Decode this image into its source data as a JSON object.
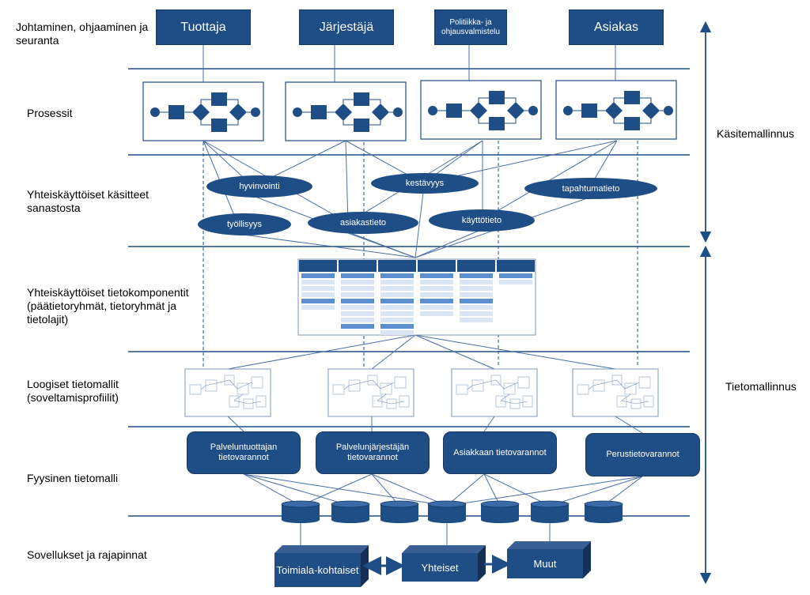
{
  "layers": {
    "governance": "Johtaminen, ohjaaminen ja seuranta",
    "processes": "Prosessit",
    "concepts": "Yhteiskäyttöiset käsitteet sanastosta",
    "components": "Yhteiskäyttöiset tietokomponentit (päätietoryhmät, tietoryhmät ja tietolajit)",
    "logical": "Loogiset tietomallit (soveltamisprofiilit)",
    "physical": "Fyysinen tietomalli",
    "applications": "Sovellukset ja rajapinnat"
  },
  "roles": [
    "Tuottaja",
    "Järjestäjä",
    "Politiikka- ja ohjausvalmistelu",
    "Asiakas"
  ],
  "concepts": [
    "hyvinvointi",
    "kestävyys",
    "tapahtumatieto",
    "työllisyys",
    "asiakastieto",
    "käyttötieto"
  ],
  "repositories": [
    "Palveluntuottajan tietovarannot",
    "Palvelunjärjestäjän tietovarannot",
    "Asiakkaan tietovarannot",
    "Perustietovarannot"
  ],
  "applications": [
    "Toimiala-kohtaiset",
    "Yhteiset",
    "Muut"
  ],
  "side_labels": {
    "concept_modeling": "Käsitemallinnus",
    "data_modeling": "Tietomallinnus"
  },
  "colors": {
    "accent": "#1f4e86",
    "lines": "#4a6fa5"
  }
}
